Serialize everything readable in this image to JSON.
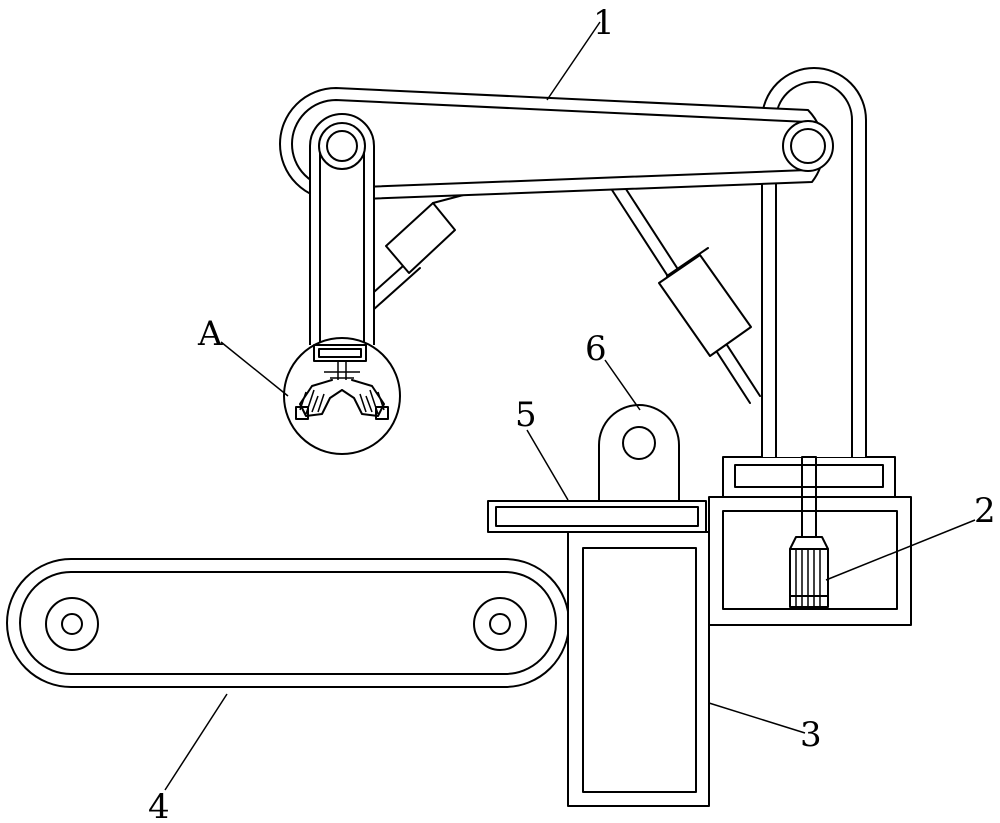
{
  "labels": {
    "arm": "1",
    "motor": "2",
    "column": "3",
    "conveyor": "4",
    "platform": "5",
    "hinge": "6",
    "detail": "A"
  }
}
